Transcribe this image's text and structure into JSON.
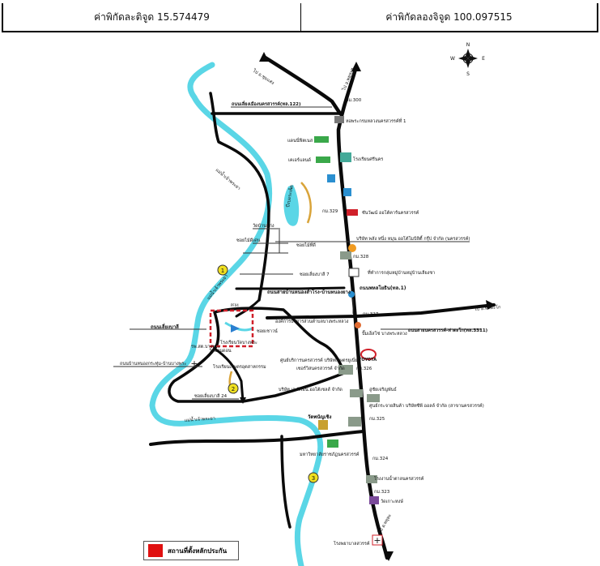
{
  "header": {
    "latitude_label": "ค่าพิกัดละติจูด 15.574479",
    "longitude_label": "ค่าพิกัดลองจิจูด 100.097515"
  },
  "compass": {
    "n": "N",
    "s": "S",
    "e": "E",
    "w": "W"
  },
  "legend": {
    "label": "สถานที่ตั้งหลักประกัน",
    "color": "#e01010"
  },
  "colors": {
    "river": "#5ad6e6",
    "road": "#0a0a0a",
    "stream": "#d9a43a",
    "marker": "#d0202a",
    "circle": "#f0e020"
  },
  "labels": {
    "to_north": "ไป อ.ชุมแสง",
    "road_ns_top": "ไป อ.พยุหะฯ",
    "km300": "กม.300",
    "road_bypass": "ถนนเลี่ยงเมืองนครสวรรค์(ทล.122)",
    "school1": "หอพระกรมหลวงนครสวรรค์ที่ 1",
    "market": "แดนนี่ฟิตเนส",
    "school2": "โรงเรียนศรีนคร",
    "school3": "เคเอร์แลนด์",
    "km329": "กม.329",
    "dealer1": "ซันวัฒน์ ออโต้คาร์นครสวรรค์",
    "temple1": "วัดบ้านแก่ง",
    "soi1": "ซอยไม้ดีเด่น",
    "company1": "บริษัท พลัง หนึ่ง หมุน ออโต้โมบิลิตี้ กรุ๊ป จำกัด (นครสวรรค์)",
    "soi2": "ซอยไม้ที่ดี",
    "km328": "กม.328",
    "office1": "ที่ทำการกลุ่มหมู่บ้านหมู่บ้านเลียงชา",
    "soi3": "ซอยเลี่ยงบาลี 7",
    "road_kp": "ถนนสายบ้านหนองสำโรง-บ้านหนองยาง",
    "road_phahol": "ถนนพหลโยธิน(ทล.1)",
    "river": "แม่น้ำเจ้าพระยา",
    "river_top": "แม่น้ำเจ้าพระยา",
    "river_left": "แม่น้ำเจ้าพระยา",
    "pond": "บึงบอระเพ็ด",
    "km327": "กม.327",
    "to_east": "ไป อ.ท่าตะโก",
    "org1": "องค์การบริหารส่วนตำบลบางพระหลวง",
    "road_east2": "ถนนสายนครสวรรค์-ท่าตะโก(ทล.3311)",
    "gas": "ปั๊มเอ็สโซ่ บางพระหลวง",
    "road_bypass2": "ถนนเลี่ยงบาลี",
    "soi_pc": "ซอยเชาวน์",
    "school4": "โรงเรียนวัดบางพระ",
    "office2": "วัดบ้านดอน",
    "hospital1": "รพ.สต.บางพระ",
    "road_village": "ถนนบ้านหนองกระทุ่ม-บ้านบางพระ",
    "center1": "ศูนย์บริการนครสวรรค์ บริษัทเกษตรยูเนี่ยน",
    "center1b": "เซอร์วิสนครสวรรค์ จำกัด",
    "school5": "โรงเรียนเกษตรอุตสาหกรรม",
    "km326": "กม.326",
    "company2": "บริษัท เจ.พี.เอ็น.ออโต้เซลส์ จำกัด",
    "company3": "อู่ชัยเจริญพันธ์",
    "soi4": "ซอยเลี่ยงบาลี 24",
    "center2": "ศูนย์กระจายสินค้า บริษัทซีพี ออลล์ จำกัด (สาขานครสวรรค์)",
    "km325": "กม.325",
    "temple2": "วัดพนัญเชิง",
    "uni": "มหาวิทยาลัยราชภัฏนครสวรรค์",
    "km324": "กม.324",
    "factory1": "โรงงานน้ำตาลนครสวรรค์",
    "km323": "กม.323",
    "temple3": "วัดเกาะหงษ์",
    "to_south": "ไป อ.พยุหะ",
    "hospital2": "โรงพยาบาลสวรรค์",
    "toyota": "TOYOTA",
    "top_label": "PF04",
    "circle1": "1",
    "circle2": "2",
    "circle3": "3"
  }
}
